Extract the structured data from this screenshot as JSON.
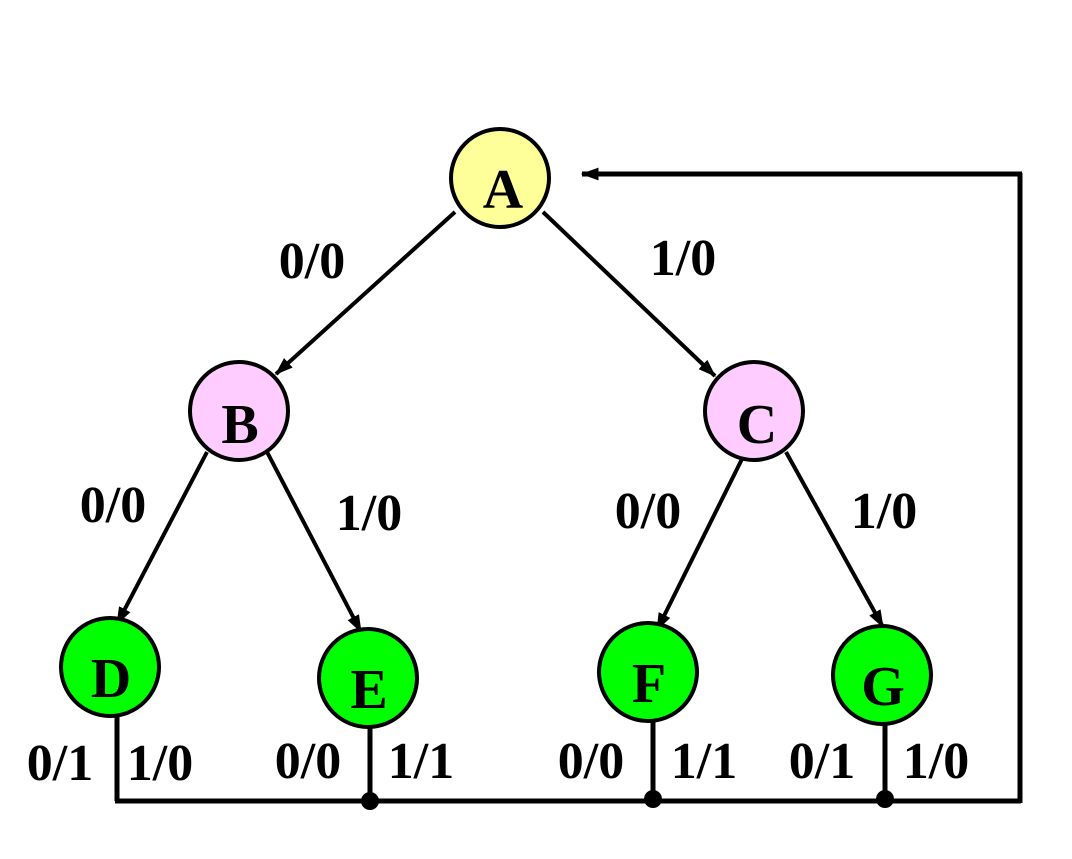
{
  "diagram": {
    "colors": {
      "root": "#ffff99",
      "middle": "#ffccff",
      "leaf": "#00ff00",
      "stroke": "#000000"
    },
    "nodes": {
      "A": "A",
      "B": "B",
      "C": "C",
      "D": "D",
      "E": "E",
      "F": "F",
      "G": "G"
    },
    "edges": {
      "A_B": "0/0",
      "A_C": "1/0",
      "B_D": "0/0",
      "B_E": "1/0",
      "C_F": "0/0",
      "C_G": "1/0"
    },
    "returns": {
      "D0": "0/1",
      "D1": "1/0",
      "E0": "0/0",
      "E1": "1/1",
      "F0": "0/0",
      "F1": "1/1",
      "G0": "0/1",
      "G1": "1/0"
    }
  }
}
